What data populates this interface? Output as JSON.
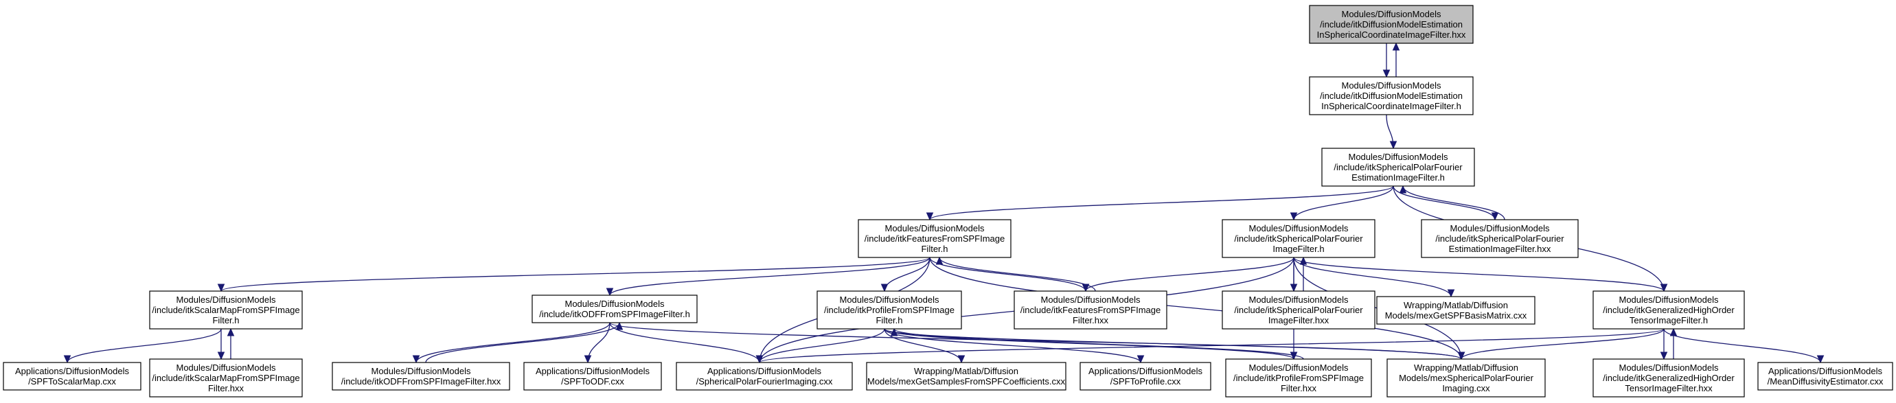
{
  "colors": {
    "edge": "#191970",
    "root_fill": "#bfbfbf",
    "node_fill": "#ffffff",
    "node_stroke": "#000000"
  },
  "nodes": {
    "root": {
      "lines": [
        "Modules/DiffusionModels",
        "/include/itkDiffusionModelEstimation",
        "InSphericalCoordinateImageFilter.hxx"
      ]
    },
    "dme_h": {
      "lines": [
        "Modules/DiffusionModels",
        "/include/itkDiffusionModelEstimation",
        "InSphericalCoordinateImageFilter.h"
      ]
    },
    "spf_est_h": {
      "lines": [
        "Modules/DiffusionModels",
        "/include/itkSphericalPolarFourier",
        "EstimationImageFilter.h"
      ]
    },
    "feat_h": {
      "lines": [
        "Modules/DiffusionModels",
        "/include/itkFeaturesFromSPFImage",
        "Filter.h"
      ]
    },
    "spf_h": {
      "lines": [
        "Modules/DiffusionModels",
        "/include/itkSphericalPolarFourier",
        "ImageFilter.h"
      ]
    },
    "spf_est_hxx": {
      "lines": [
        "Modules/DiffusionModels",
        "/include/itkSphericalPolarFourier",
        "EstimationImageFilter.hxx"
      ]
    },
    "scalar_h": {
      "lines": [
        "Modules/DiffusionModels",
        "/include/itkScalarMapFromSPFImage",
        "Filter.h"
      ]
    },
    "odf_h": {
      "lines": [
        "Modules/DiffusionModels",
        "/include/itkODFFromSPFImageFilter.h"
      ]
    },
    "profile_h": {
      "lines": [
        "Modules/DiffusionModels",
        "/include/itkProfileFromSPFImage",
        "Filter.h"
      ]
    },
    "feat_hxx": {
      "lines": [
        "Modules/DiffusionModels",
        "/include/itkFeaturesFromSPFImage",
        "Filter.hxx"
      ]
    },
    "spf_hxx": {
      "lines": [
        "Modules/DiffusionModels",
        "/include/itkSphericalPolarFourier",
        "ImageFilter.hxx"
      ]
    },
    "mex_basis": {
      "lines": [
        "Wrapping/Matlab/Diffusion",
        "Models/mexGetSPFBasisMatrix.cxx"
      ]
    },
    "gho_h": {
      "lines": [
        "Modules/DiffusionModels",
        "/include/itkGeneralizedHighOrder",
        "TensorImageFilter.h"
      ]
    },
    "spf_to_scalar": {
      "lines": [
        "Applications/DiffusionModels",
        "/SPFToScalarMap.cxx"
      ]
    },
    "scalar_hxx": {
      "lines": [
        "Modules/DiffusionModels",
        "/include/itkScalarMapFromSPFImage",
        "Filter.hxx"
      ]
    },
    "odf_hxx": {
      "lines": [
        "Modules/DiffusionModels",
        "/include/itkODFFromSPFImageFilter.hxx"
      ]
    },
    "spf_to_odf": {
      "lines": [
        "Applications/DiffusionModels",
        "/SPFToODF.cxx"
      ]
    },
    "spf_imaging": {
      "lines": [
        "Applications/DiffusionModels",
        "/SphericalPolarFourierImaging.cxx"
      ]
    },
    "mex_samples": {
      "lines": [
        "Wrapping/Matlab/Diffusion",
        "Models/mexGetSamplesFromSPFCoefficients.cxx"
      ]
    },
    "spf_to_profile": {
      "lines": [
        "Applications/DiffusionModels",
        "/SPFToProfile.cxx"
      ]
    },
    "profile_hxx": {
      "lines": [
        "Modules/DiffusionModels",
        "/include/itkProfileFromSPFImage",
        "Filter.hxx"
      ]
    },
    "mex_imaging": {
      "lines": [
        "Wrapping/Matlab/Diffusion",
        "Models/mexSphericalPolarFourier",
        "Imaging.cxx"
      ]
    },
    "gho_hxx": {
      "lines": [
        "Modules/DiffusionModels",
        "/include/itkGeneralizedHighOrder",
        "TensorImageFilter.hxx"
      ]
    },
    "md_estimator": {
      "lines": [
        "Applications/DiffusionModels",
        "/MeanDiffusivityEstimator.cxx"
      ]
    }
  },
  "edges": [
    [
      "root",
      "dme_h"
    ],
    [
      "dme_h",
      "root"
    ],
    [
      "dme_h",
      "spf_est_h"
    ],
    [
      "spf_est_h",
      "feat_h"
    ],
    [
      "spf_est_h",
      "spf_h"
    ],
    [
      "spf_est_h",
      "spf_est_hxx"
    ],
    [
      "spf_est_hxx",
      "spf_est_h"
    ],
    [
      "spf_est_h",
      "gho_h"
    ],
    [
      "feat_h",
      "scalar_h"
    ],
    [
      "feat_h",
      "odf_h"
    ],
    [
      "feat_h",
      "profile_h"
    ],
    [
      "feat_h",
      "feat_hxx"
    ],
    [
      "feat_hxx",
      "feat_h"
    ],
    [
      "feat_h",
      "spf_imaging"
    ],
    [
      "feat_h",
      "mex_imaging"
    ],
    [
      "spf_h",
      "feat_hxx"
    ],
    [
      "spf_h",
      "spf_hxx"
    ],
    [
      "spf_hxx",
      "spf_h"
    ],
    [
      "spf_h",
      "mex_basis"
    ],
    [
      "spf_h",
      "gho_h"
    ],
    [
      "spf_h",
      "spf_imaging"
    ],
    [
      "spf_h",
      "profile_hxx"
    ],
    [
      "spf_h",
      "mex_imaging"
    ],
    [
      "scalar_h",
      "spf_to_scalar"
    ],
    [
      "scalar_h",
      "scalar_hxx"
    ],
    [
      "scalar_hxx",
      "scalar_h"
    ],
    [
      "odf_h",
      "odf_hxx"
    ],
    [
      "odf_hxx",
      "odf_h"
    ],
    [
      "odf_h",
      "spf_to_odf"
    ],
    [
      "odf_h",
      "spf_imaging"
    ],
    [
      "odf_h",
      "mex_imaging"
    ],
    [
      "profile_h",
      "spf_imaging"
    ],
    [
      "profile_h",
      "mex_samples"
    ],
    [
      "profile_h",
      "spf_to_profile"
    ],
    [
      "profile_h",
      "profile_hxx"
    ],
    [
      "profile_hxx",
      "profile_h"
    ],
    [
      "profile_h",
      "mex_imaging"
    ],
    [
      "gho_h",
      "gho_hxx"
    ],
    [
      "gho_hxx",
      "gho_h"
    ],
    [
      "gho_h",
      "md_estimator"
    ],
    [
      "gho_h",
      "spf_imaging"
    ],
    [
      "gho_h",
      "mex_imaging"
    ]
  ]
}
